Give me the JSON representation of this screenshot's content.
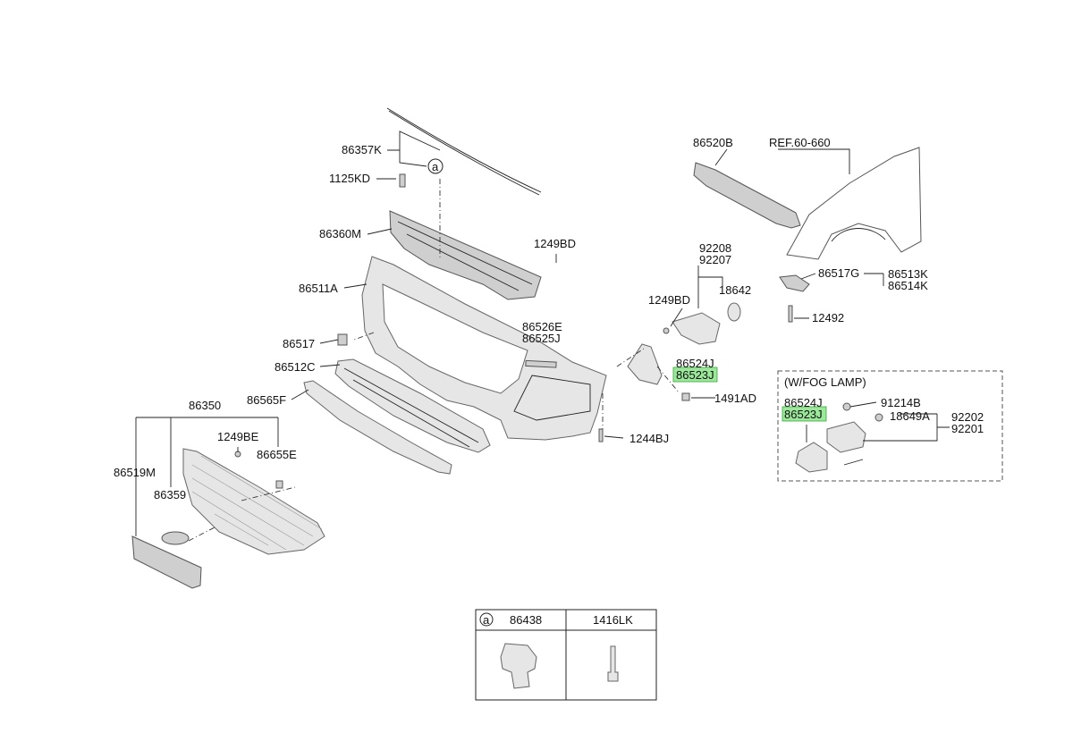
{
  "labels": {
    "p86357K": "86357K",
    "p1125KD": "1125KD",
    "p86360M": "86360M",
    "p1249BD_a": "1249BD",
    "p86511A": "86511A",
    "p86517": "86517",
    "p86512C": "86512C",
    "p86565F": "86565F",
    "p86526E": "86526E",
    "p86525J": "86525J",
    "p86350": "86350",
    "p1249BE": "1249BE",
    "p86655E": "86655E",
    "p86519M": "86519M",
    "p86359": "86359",
    "p86520B": "86520B",
    "ref": "REF.60-660",
    "p92208": "92208",
    "p92207": "92207",
    "p18642": "18642",
    "p1249BD_b": "1249BD",
    "p86524J_a": "86524J",
    "p86523J_a": "86523J",
    "p1491AD": "1491AD",
    "p1244BJ": "1244BJ",
    "p86517G": "86517G",
    "p86513K": "86513K",
    "p86514K": "86514K",
    "p12492": "12492",
    "fog_title": "(W/FOG LAMP)",
    "p86524J_b": "86524J",
    "p86523J_b": "86523J",
    "p91214B": "91214B",
    "p18649A": "18649A",
    "p92202": "92202",
    "p92201": "92201",
    "circle_a": "a"
  },
  "legend": {
    "marker": "a",
    "col1": "86438",
    "col2": "1416LK"
  },
  "colors": {
    "highlight": "#9be89b",
    "part_fill": "#e6e6e6",
    "line": "#222222"
  }
}
